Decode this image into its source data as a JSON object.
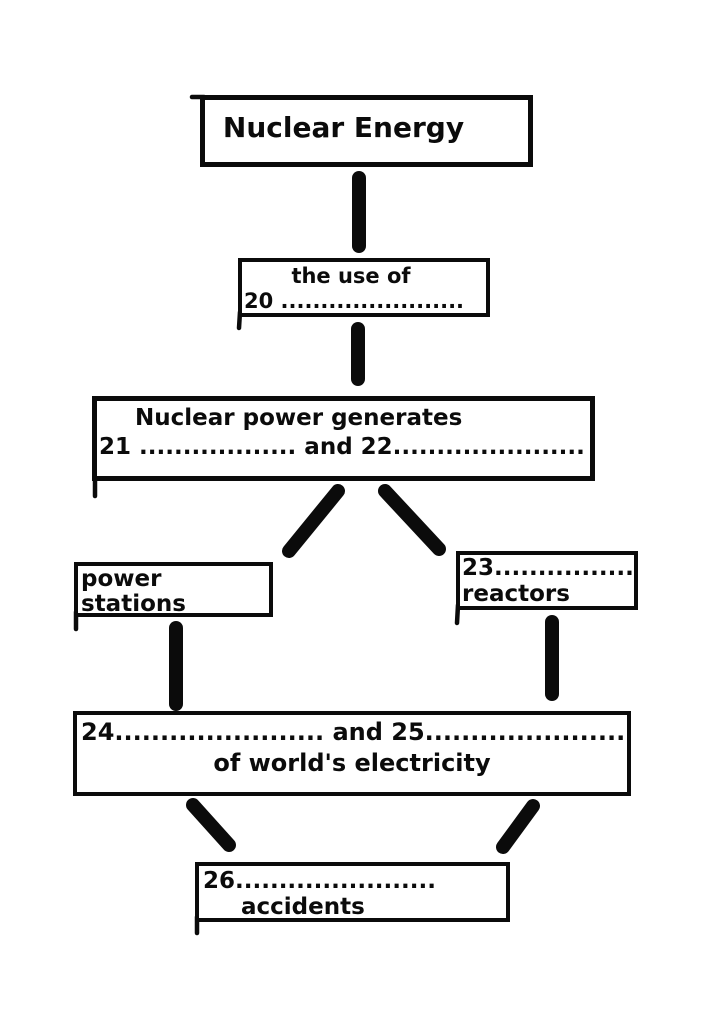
{
  "colors": {
    "ink": "#0b0b0b",
    "paper": "#ffffff"
  },
  "nodes": {
    "title": {
      "text": "Nuclear Energy"
    },
    "use_of": {
      "line1": "the use of",
      "line2": "20 ......................."
    },
    "generates": {
      "line1": "Nuclear power generates",
      "line2": "21 .................. and 22......................"
    },
    "power_stations": {
      "line1": "power",
      "line2": "stations"
    },
    "reactors": {
      "line1": "23................",
      "line2": "reactors"
    },
    "electricity": {
      "line1": "24....................... and 25......................",
      "line2": "of world's electricity"
    },
    "accidents": {
      "line1": "26.......................",
      "line2": "accidents"
    }
  }
}
